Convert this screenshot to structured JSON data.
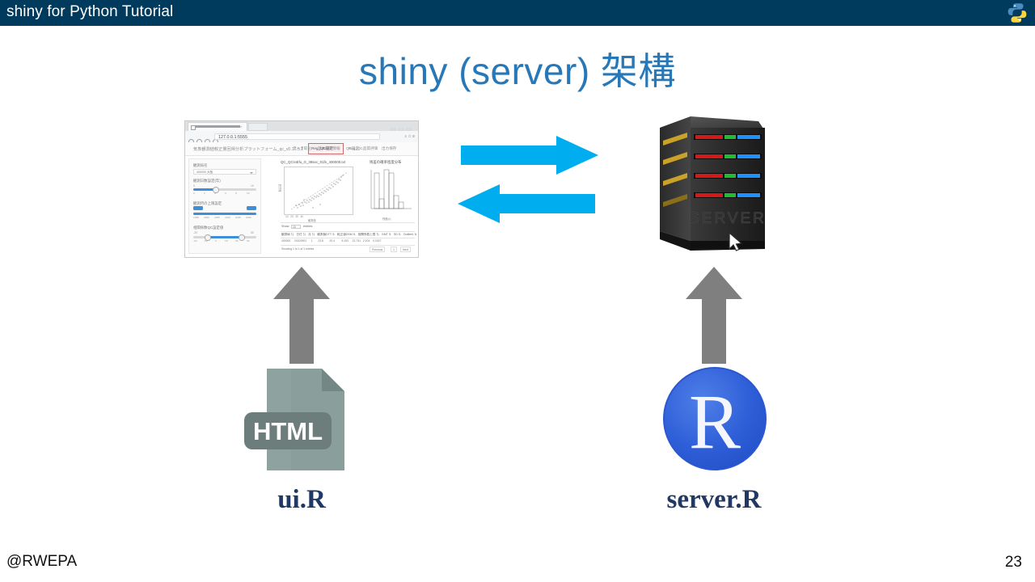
{
  "header": {
    "title": "shiny for Python Tutorial",
    "bar_color": "#003A5C",
    "logo_icon": "python-logo-icon"
  },
  "slide": {
    "title": "shiny (server) 架構",
    "title_color": "#2878B8",
    "page_number": "23"
  },
  "footer": {
    "attribution": "@RWEPA"
  },
  "diagram": {
    "accent_arrow_color": "#00AEEF",
    "flow_arrow_color": "#7F7F7F",
    "left_caption": "ui.R",
    "right_caption": "server.R",
    "left_icon": "html-file-icon",
    "right_icon": "r-language-logo-icon",
    "left_icon_label": "HTML",
    "right_icon_label": "R",
    "server_label": "SERVER",
    "arrow_right_name": "request-arrow-right",
    "arrow_left_name": "response-arrow-left"
  },
  "browser_thumbnail": {
    "tab_title": "日本酒分析輸入匯出表",
    "url": "127.0.0.1:5555",
    "app_brand": "気象観測値較正量回帰分析プラットフォーム_qc_v0.16.5.1",
    "nav_items": [
      "データ取込",
      "基本統計情報",
      "QC設定",
      "Reg_QC設定",
      "Reg_QC品質評価",
      "出力保存"
    ],
    "highlighted_nav": "Reg_QC設定",
    "sidebar": {
      "select_label": "観測局名",
      "select_value": "400000 大阪",
      "slider1_label": "観測日数設定(年)",
      "slider1_value": "3",
      "slider2_label": "観測月の上限設定",
      "slider2_min": "1995",
      "slider2_max": "2020",
      "slider3_label": "相関係数QC設定値",
      "slider3_min": "-20",
      "slider3_max": "50"
    },
    "plot_title": "QC_QCroEfu_G_38sec_01fn_400000.txt",
    "plot2_title": "残差の確率密度分布",
    "table": {
      "show_label": "Show",
      "show_value": "10",
      "entries_label": "entries",
      "columns": [
        "観測局",
        "日付",
        "月",
        "観測値DTT",
        "較正値DSM",
        "相関係数上限",
        "GMT",
        "SD",
        "Outlierk"
      ],
      "rows": [
        [
          "400000",
          "20200901",
          "1",
          "23.8",
          "20.4",
          "5.193",
          "22.731",
          "2.104",
          "0.0327"
        ]
      ],
      "footer_text": "Showing 1 to 1 of 1 entries",
      "prev_label": "Previous",
      "page_label": "1",
      "next_label": "Next"
    }
  }
}
